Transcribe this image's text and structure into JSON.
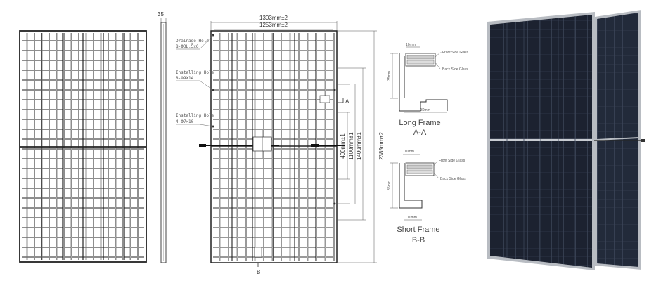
{
  "front_view": {
    "thickness_label": "35"
  },
  "dimension_view": {
    "overall_width": "1303mm±2",
    "inner_width": "1253mm±2",
    "holes": [
      {
        "title": "Drainage Hole",
        "spec": "8-Ф3L,5x6"
      },
      {
        "title": "Installing Hole",
        "spec": "8-Ф9Х14"
      },
      {
        "title": "Installing Hole",
        "spec": "4-Ф7×10"
      }
    ],
    "vertical_dims": [
      "400mm±1",
      "1100mm±1",
      "1400mm±1",
      "2385mm±2"
    ],
    "section_a_marker": "A",
    "section_b_marker": "B"
  },
  "long_frame": {
    "top_dim": "10mm",
    "front_glass": "Front Side Glass",
    "back_glass": "Back Side Glass",
    "height_dim": "35mm",
    "bottom_dim": "30mm",
    "title": "Long Frame",
    "subtitle": "A-A"
  },
  "short_frame": {
    "top_dim": "10mm",
    "front_glass": "Front Side Glass",
    "back_glass": "Back Side Glass",
    "height_dim": "35mm",
    "bottom_dim": "10mm",
    "title": "Short Frame",
    "subtitle": "B-B"
  },
  "colors": {
    "line": "#333333",
    "panel_cell": "#1c2230",
    "frame_silver": "#b8bcc2"
  }
}
